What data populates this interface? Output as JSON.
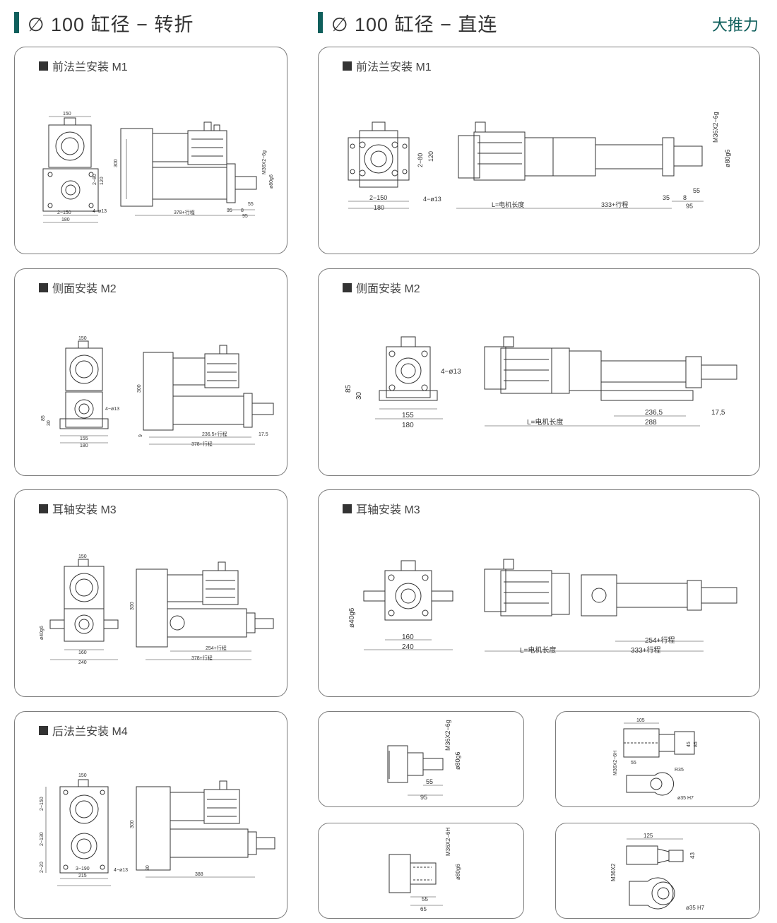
{
  "header": {
    "left_title": "∅ 100 缸径 − 转折",
    "right_title": "∅ 100 缸径 − 直连",
    "tag": "大推力"
  },
  "panels": {
    "l_m1": {
      "title": "前法兰安装 M1",
      "dims": {
        "d150": "150",
        "d300": "300",
        "d280": "2−80",
        "d120": "120",
        "d2150": "2−150",
        "d180": "180",
        "hole": "4−ø13",
        "thread": "M36X2−6g",
        "rod": "ø80g6",
        "d55": "55",
        "d35": "35",
        "d8": "8",
        "d95": "95",
        "len": "378+行程"
      }
    },
    "r_m1": {
      "title": "前法兰安装 M1",
      "dims": {
        "d280": "2−80",
        "d120": "120",
        "d2150": "2−150",
        "d180": "180",
        "hole": "4−ø13",
        "thread": "M36X2−6g",
        "rod": "ø80g6",
        "motor": "L=电机长度",
        "stroke": "333+行程",
        "d35": "35",
        "d8": "8",
        "d55": "55",
        "d95": "95"
      }
    },
    "l_m2": {
      "title": "侧面安装 M2",
      "dims": {
        "d150": "150",
        "d300": "300",
        "hole": "4−ø13",
        "d85": "85",
        "d30": "30",
        "d155": "155",
        "d180": "180",
        "d9": "9",
        "len1": "236.5+行程",
        "d175": "17.5",
        "len2": "378+行程"
      }
    },
    "r_m2": {
      "title": "侧面安装 M2",
      "dims": {
        "hole": "4−ø13",
        "d85": "85",
        "d30": "30",
        "d155": "155",
        "d180": "180",
        "motor": "L=电机长度",
        "d2365": "236,5",
        "d288": "288",
        "d175": "17,5"
      }
    },
    "l_m3": {
      "title": "耳轴安装 M3",
      "dims": {
        "d150": "150",
        "d300": "300",
        "d40": "ø40g6",
        "d160": "160",
        "d240": "240",
        "len1": "254+行程",
        "len2": "378+行程"
      }
    },
    "r_m3": {
      "title": "耳轴安装 M3",
      "dims": {
        "d40": "ø40g6",
        "d160": "160",
        "d240": "240",
        "len1": "254+行程",
        "motor": "L=电机长度",
        "len2": "333+行程"
      }
    },
    "l_m4": {
      "title": "后法兰安装 M4",
      "dims": {
        "d150": "150",
        "d300": "300",
        "d2150": "2−150",
        "d2130": "2−130",
        "d220": "2−20",
        "d3190": "3−190",
        "d215": "215",
        "hole": "4−ø13",
        "d30": "30",
        "d388": "388"
      }
    },
    "rod_end_1": {
      "dims": {
        "thread": "M36X2−6g",
        "rod": "ø80g6",
        "d55": "55",
        "d95": "95"
      }
    },
    "clevis_1": {
      "dims": {
        "d105": "105",
        "d45": "45",
        "d85": "85",
        "d55": "55",
        "thread": "M36X2−6H",
        "r35": "R35",
        "pin": "ø35 H7"
      }
    },
    "rod_end_2": {
      "dims": {
        "thread": "M36X2−6H",
        "rod": "ø80g6",
        "d55": "55",
        "d65": "65"
      }
    },
    "clevis_2": {
      "dims": {
        "d125": "125",
        "d43": "43",
        "thread": "M36X2",
        "pin": "ø35 H7"
      }
    }
  }
}
